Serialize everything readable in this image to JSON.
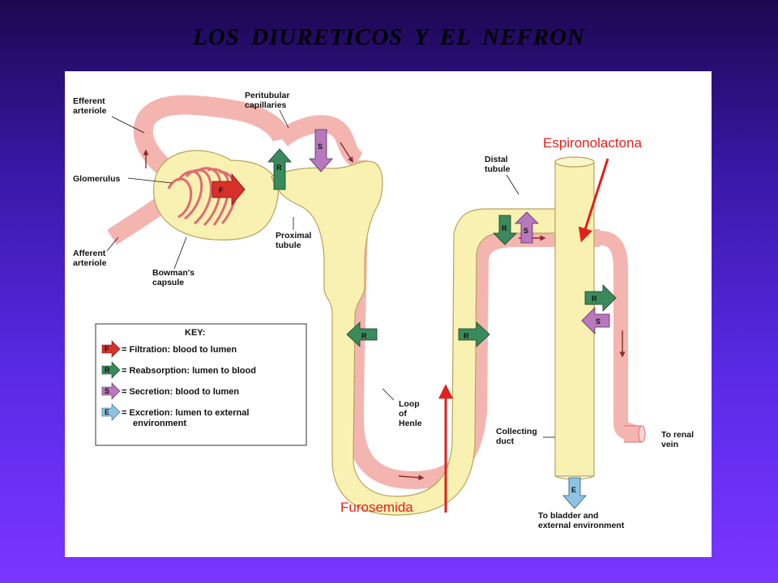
{
  "title": "LOS DIURETICOS Y EL NEFRON",
  "colors": {
    "blood_vessel": "#f4b5b0",
    "tubule": "#f8f1b2",
    "filtration": "#d8302a",
    "reabsorption": "#3a8a5c",
    "secretion": "#b878bd",
    "excretion": "#8fc3e3",
    "drug_annotation": "#e0211c"
  },
  "labels": {
    "efferent_arteriole": [
      "Efferent",
      "arteriole"
    ],
    "peritubular_capillaries": [
      "Peritubular",
      "capillaries"
    ],
    "glomerulus": "Glomerulus",
    "afferent_arteriole": [
      "Afferent",
      "arteriole"
    ],
    "bowmans_capsule": [
      "Bowman's",
      "capsule"
    ],
    "proximal_tubule": [
      "Proximal",
      "tubule"
    ],
    "distal_tubule": [
      "Distal",
      "tubule"
    ],
    "loop_of_henle": [
      "Loop",
      "of",
      "Henle"
    ],
    "collecting_duct": [
      "Collecting",
      "duct"
    ],
    "renal_vein": [
      "To renal",
      "vein"
    ],
    "bladder": [
      "To bladder and",
      "external environment"
    ]
  },
  "arrow_letters": {
    "filtration": "F",
    "reabsorption": "R",
    "secretion": "S",
    "excretion": "E"
  },
  "key": {
    "title": "KEY:",
    "items": [
      {
        "letter": "F",
        "text": "= Filtration: blood to lumen"
      },
      {
        "letter": "R",
        "text": "= Reabsorption: lumen to blood"
      },
      {
        "letter": "S",
        "text": "= Secretion: blood to lumen"
      },
      {
        "letter": "E",
        "text": "= Excretion: lumen to external"
      }
    ],
    "continuation": "environment"
  },
  "drugs": {
    "espironolactona": "Espironolactona",
    "furosemida": "Furosemida"
  }
}
